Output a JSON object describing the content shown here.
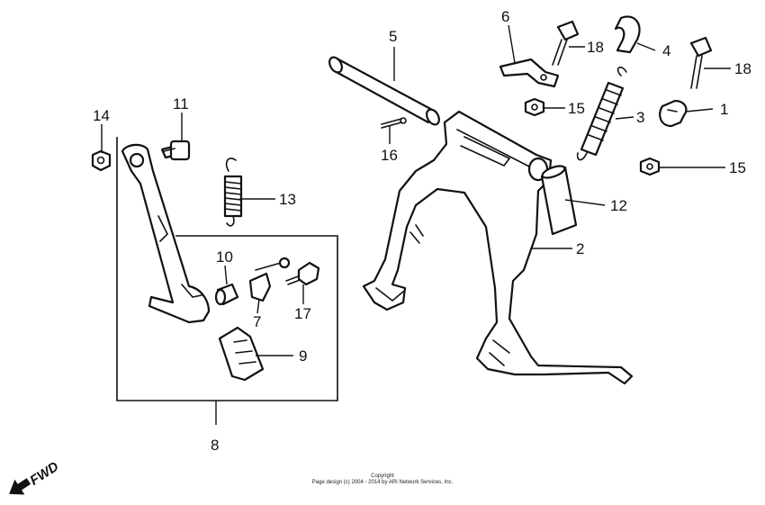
{
  "callouts": {
    "c1": "1",
    "c2": "2",
    "c3": "3",
    "c4": "4",
    "c5": "5",
    "c6": "6",
    "c7": "7",
    "c8": "8",
    "c9": "9",
    "c10": "10",
    "c11": "11",
    "c12": "12",
    "c13": "13",
    "c14": "14",
    "c15a": "15",
    "c15b": "15",
    "c16": "16",
    "c17": "17",
    "c18a": "18",
    "c18b": "18"
  },
  "direction_label": "FWD",
  "copyright": {
    "line1": "Copyright",
    "line2": "Page design (c) 2004 - 2014 by ARI Network Services, Inc."
  }
}
